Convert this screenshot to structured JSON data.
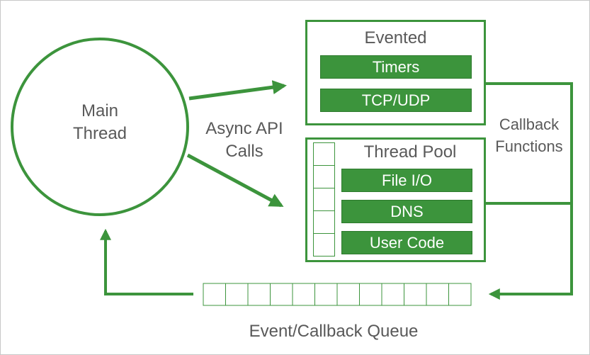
{
  "diagram": {
    "main_thread": [
      "Main",
      "Thread"
    ],
    "async_api": [
      "Async API",
      "Calls"
    ],
    "evented": {
      "title": "Evented",
      "items": [
        "Timers",
        "TCP/UDP"
      ]
    },
    "thread_pool": {
      "title": "Thread Pool",
      "items": [
        "File I/O",
        "DNS",
        "User Code"
      ]
    },
    "callback": [
      "Callback",
      "Functions"
    ],
    "queue_label": "Event/Callback Queue"
  },
  "colors": {
    "accent": "#3c943c",
    "text": "#595959",
    "bar_text": "#ffffff"
  }
}
